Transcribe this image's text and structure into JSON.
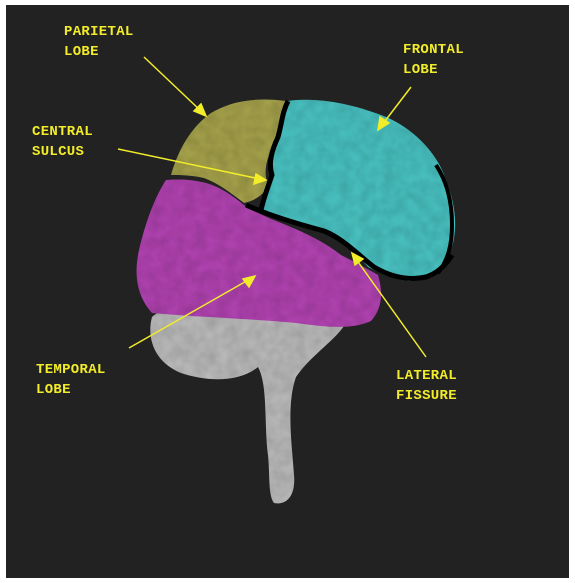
{
  "colors": {
    "background": "#222222",
    "label_text": "#F2EC2A",
    "parietal": "#A8A44E",
    "frontal": "#4CC4C4",
    "temporal": "#B444B4",
    "brainstem": "#BDBDBD",
    "sulcus_gap": "#000000"
  },
  "labels": {
    "parietal": [
      "PARIETAL",
      "LOBE"
    ],
    "frontal": [
      "FRONTAL",
      "LOBE"
    ],
    "central_sulcus": [
      "CENTRAL",
      "SULCUS"
    ],
    "temporal": [
      "TEMPORAL",
      "LOBE"
    ],
    "lateral_fissure": [
      "LATERAL",
      "FISSURE"
    ]
  }
}
